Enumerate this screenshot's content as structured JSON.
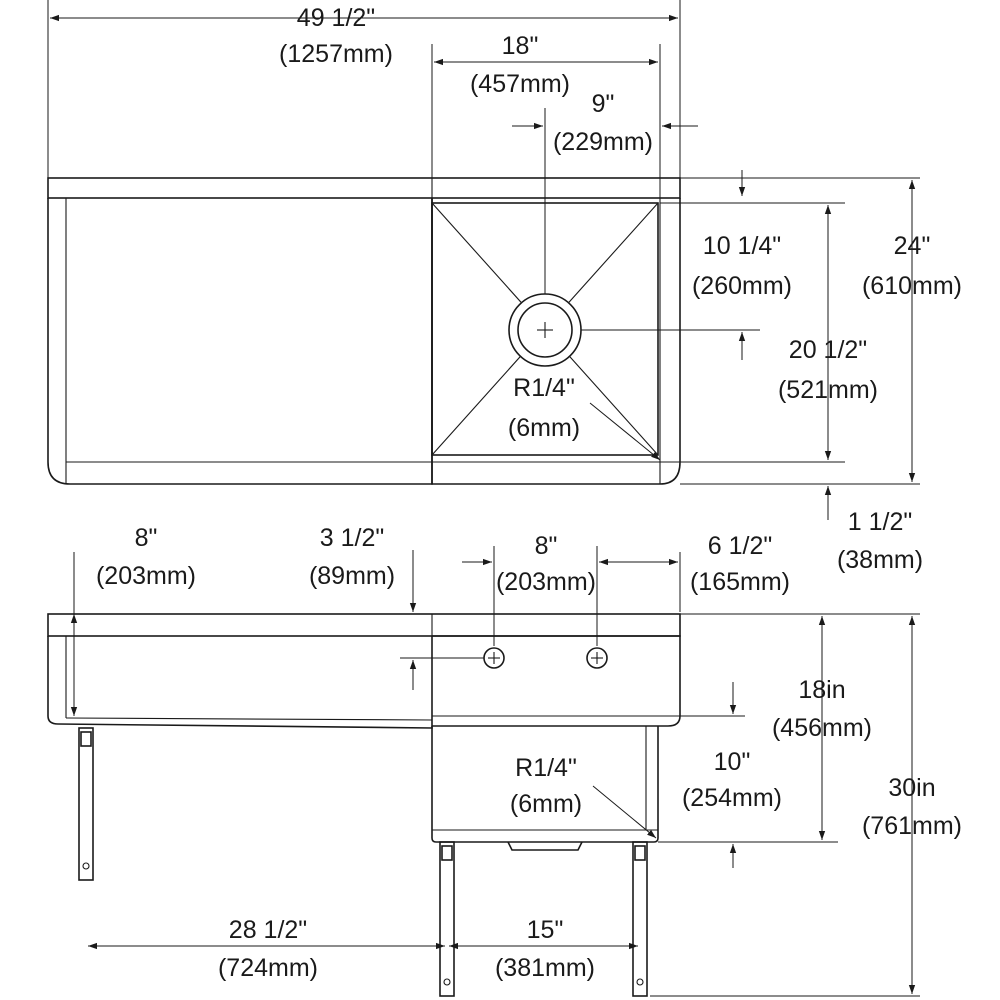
{
  "diagram": {
    "plan_view": {
      "overall_width": {
        "imperial": "49 1/2\"",
        "metric": "(1257mm)"
      },
      "bowl_width": {
        "imperial": "18\"",
        "metric": "(457mm)"
      },
      "drain_offset": {
        "imperial": "9\"",
        "metric": "(229mm)"
      },
      "drain_from_back": {
        "imperial": "10 1/4\"",
        "metric": "(260mm)"
      },
      "overall_depth": {
        "imperial": "24\"",
        "metric": "(610mm)"
      },
      "bowl_depth": {
        "imperial": "20 1/2\"",
        "metric": "(521mm)"
      },
      "corner_radius": {
        "imperial": "R1/4\"",
        "metric": "(6mm)"
      },
      "front_rim": {
        "imperial": "1 1/2\"",
        "metric": "(38mm)"
      }
    },
    "front_view": {
      "left_leg_offset": {
        "imperial": "8\"",
        "metric": "(203mm)"
      },
      "faucet_offset": {
        "imperial": "3 1/2\"",
        "metric": "(89mm)"
      },
      "faucet_spacing": {
        "imperial": "8\"",
        "metric": "(203mm)"
      },
      "right_offset": {
        "imperial": "6 1/2\"",
        "metric": "(165mm)"
      },
      "backsplash_height": {
        "imperial": "18in",
        "metric": "(456mm)"
      },
      "bowl_height": {
        "imperial": "10\"",
        "metric": "(254mm)"
      },
      "overall_height": {
        "imperial": "30in",
        "metric": "(761mm)"
      },
      "corner_radius": {
        "imperial": "R1/4\"",
        "metric": "(6mm)"
      },
      "leg_span_left": {
        "imperial": "28 1/2\"",
        "metric": "(724mm)"
      },
      "leg_span_right": {
        "imperial": "15\"",
        "metric": "(381mm)"
      }
    }
  }
}
